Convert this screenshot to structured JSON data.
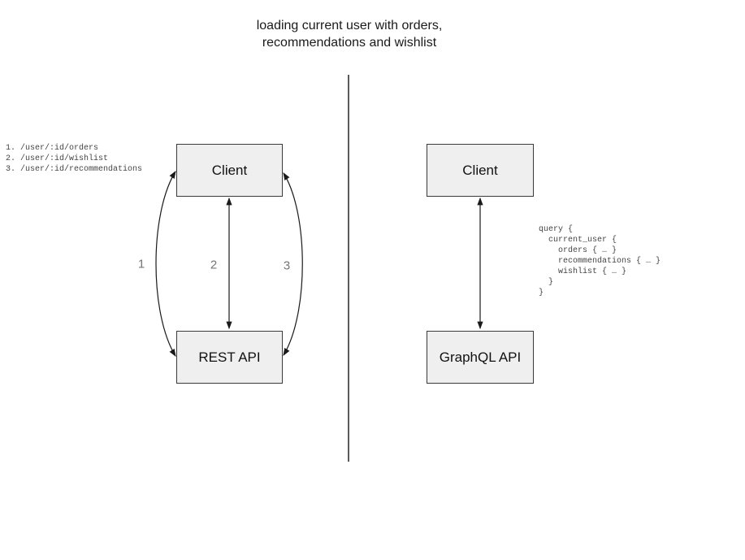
{
  "title": "loading current user with orders,\nrecommendations and wishlist",
  "left_panel": {
    "endpoints": [
      "1. /user/:id/orders",
      "2. /user/:id/wishlist",
      "3. /user/:id/recommendations"
    ],
    "client_box_label": "Client",
    "api_box_label": "REST API",
    "arrow_labels": {
      "first": "1",
      "second": "2",
      "third": "3"
    }
  },
  "right_panel": {
    "client_box_label": "Client",
    "api_box_label": "GraphQL API",
    "query_lines": [
      "query {",
      "  current_user {",
      "    orders { … }",
      "    recommendations { … }",
      "    wishlist { … }",
      "  }",
      "}"
    ]
  },
  "colors": {
    "background": "#ffffff",
    "box_fill": "#efefef",
    "box_border": "#3a3a3a",
    "arrow": "#1a1a1a",
    "divider": "#5a5a5a",
    "code_text": "#444444",
    "arrow_number_text": "#757575",
    "title_text": "#1a1a1a"
  }
}
